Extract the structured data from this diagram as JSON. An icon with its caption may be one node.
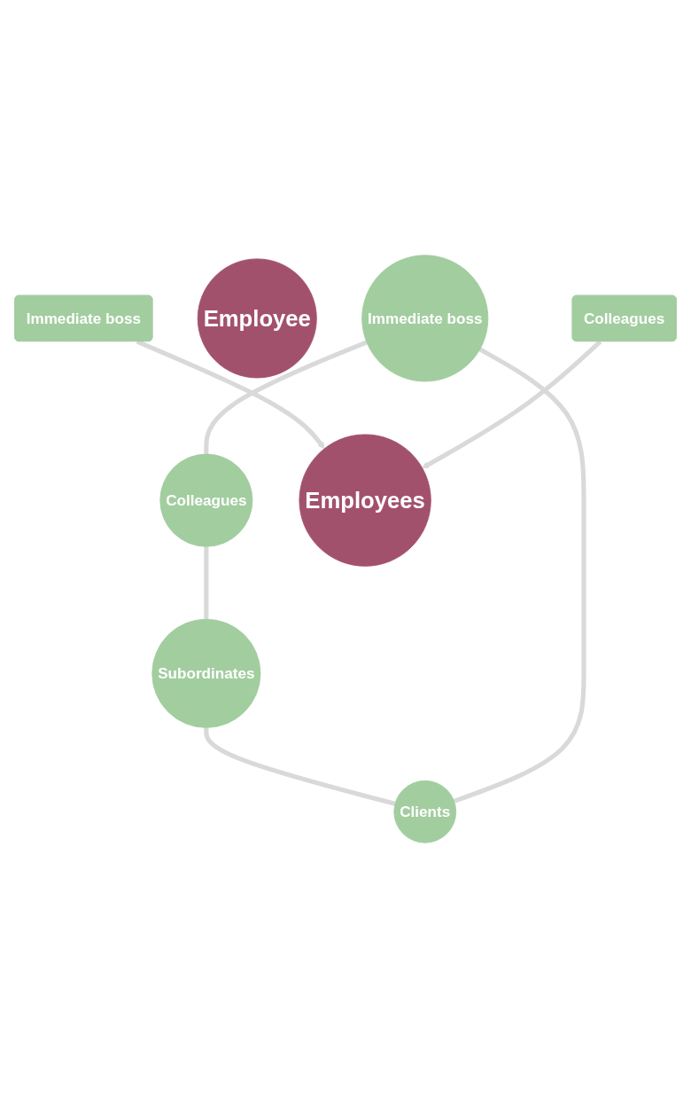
{
  "diagram": {
    "nodes": [
      {
        "text": [
          "Immediate boss"
        ]
      },
      {
        "text": [
          "Clients"
        ]
      },
      {
        "text": [
          "Employee"
        ]
      },
      {
        "text": [
          "Colleagues"
        ]
      },
      {
        "text": [
          "Subordinates"
        ]
      },
      {
        "text": [
          "Immediate boss"
        ]
      },
      {
        "text": [
          "Colleagues"
        ]
      },
      {
        "text": [
          "Employees"
        ]
      }
    ],
    "edges": [
      {
        "from": 0,
        "to": 3,
        "arrow": "none"
      },
      {
        "from": 3,
        "to": 4,
        "arrow": "none"
      },
      {
        "from": 4,
        "to": 1,
        "arrow": "none"
      },
      {
        "from": 1,
        "to": 0,
        "arrow": "none"
      },
      {
        "from": 5,
        "to": 7,
        "arrow": "to"
      },
      {
        "from": 6,
        "to": 7,
        "arrow": "to"
      }
    ]
  }
}
